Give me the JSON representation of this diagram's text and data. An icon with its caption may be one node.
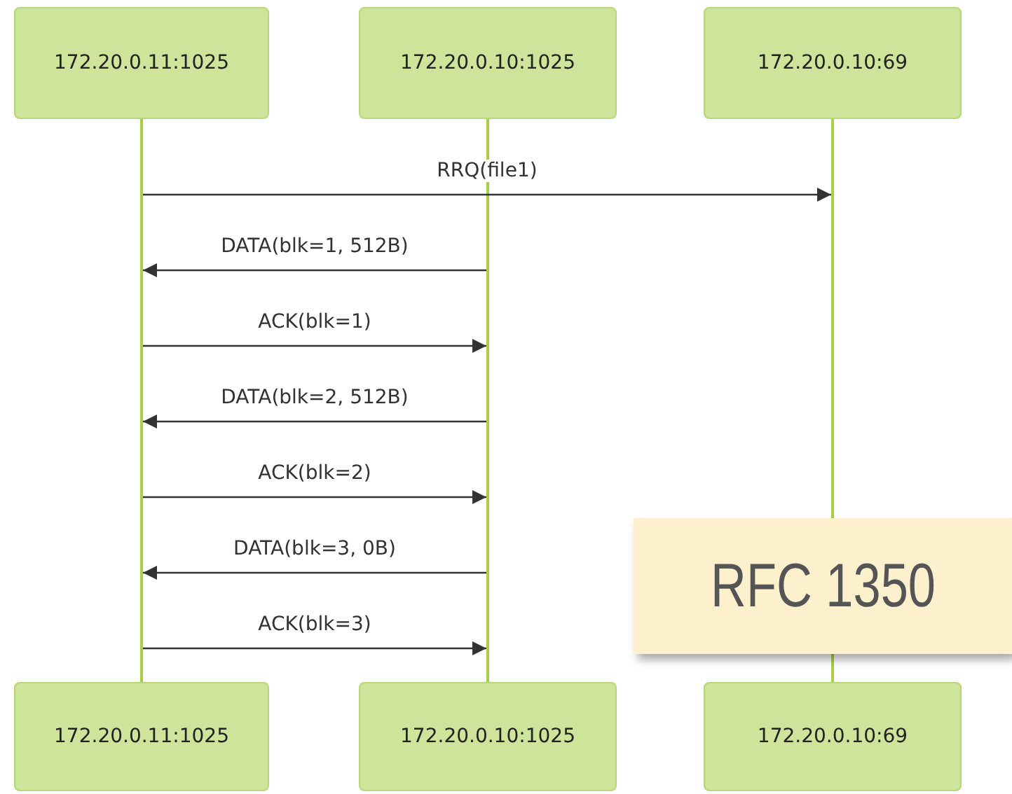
{
  "diagram": {
    "nodes": [
      {
        "text": [
          "172.20.0.11:1025"
        ]
      },
      {
        "text": [
          "172.20.0.10:1025"
        ]
      },
      {
        "text": [
          "172.20.0.10:69"
        ]
      },
      {
        "text": [],
        "shape": "bar"
      },
      {
        "text": [],
        "shape": "bar"
      },
      {
        "text": [],
        "shape": "bar"
      },
      {
        "text": [
          "RFC 1350"
        ]
      },
      {
        "text": [
          "172.20.0.11:1025"
        ]
      },
      {
        "text": [
          "172.20.0.10:1025"
        ]
      },
      {
        "text": [
          "172.20.0.10:69"
        ]
      }
    ],
    "edges": [
      {
        "from": 3,
        "to": 5,
        "arrow": "to",
        "label": "RRQ(file1)"
      },
      {
        "from": 4,
        "to": 3,
        "arrow": "to",
        "label": "DATA(blk=1, 512B)"
      },
      {
        "from": 3,
        "to": 4,
        "arrow": "to",
        "label": "ACK(blk=1)"
      },
      {
        "from": 4,
        "to": 3,
        "arrow": "to",
        "label": "DATA(blk=2, 512B)"
      },
      {
        "from": 3,
        "to": 4,
        "arrow": "to",
        "label": "ACK(blk=2)"
      },
      {
        "from": 4,
        "to": 3,
        "arrow": "to",
        "label": "DATA(blk=3, 0B)"
      },
      {
        "from": 3,
        "to": 4,
        "arrow": "to",
        "label": "ACK(blk=3)"
      }
    ]
  }
}
